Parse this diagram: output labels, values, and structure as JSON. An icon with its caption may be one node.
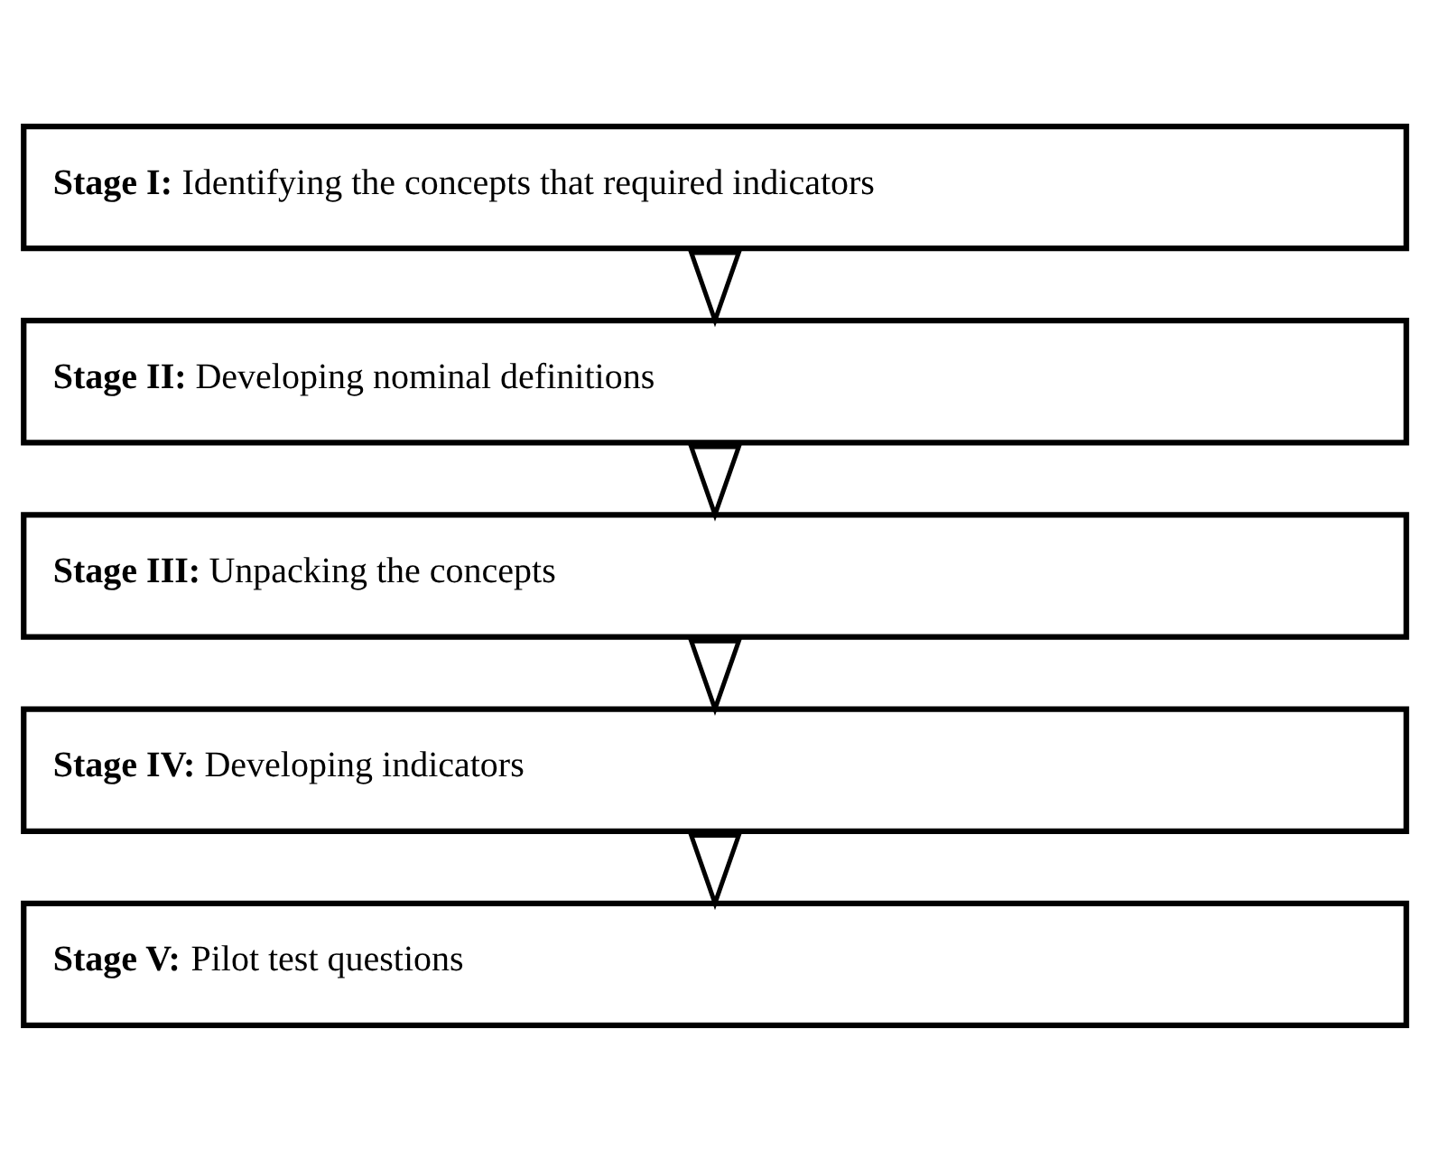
{
  "diagram": {
    "nodes": [
      {
        "text": [
          "**Stage I:** Identifying the concepts that required indicators"
        ]
      },
      {
        "text": [
          "**Stage II:** Developing nominal definitions"
        ]
      },
      {
        "text": [
          "**Stage III:** Unpacking the concepts"
        ]
      },
      {
        "text": [
          "**Stage IV:** Developing indicators"
        ]
      },
      {
        "text": [
          "**Stage V:** Pilot test questions"
        ]
      }
    ],
    "edges": [
      {
        "from": 0,
        "to": 1,
        "arrow": "to"
      },
      {
        "from": 1,
        "to": 2,
        "arrow": "to"
      },
      {
        "from": 2,
        "to": 3,
        "arrow": "to"
      },
      {
        "from": 3,
        "to": 4,
        "arrow": "to"
      }
    ]
  }
}
